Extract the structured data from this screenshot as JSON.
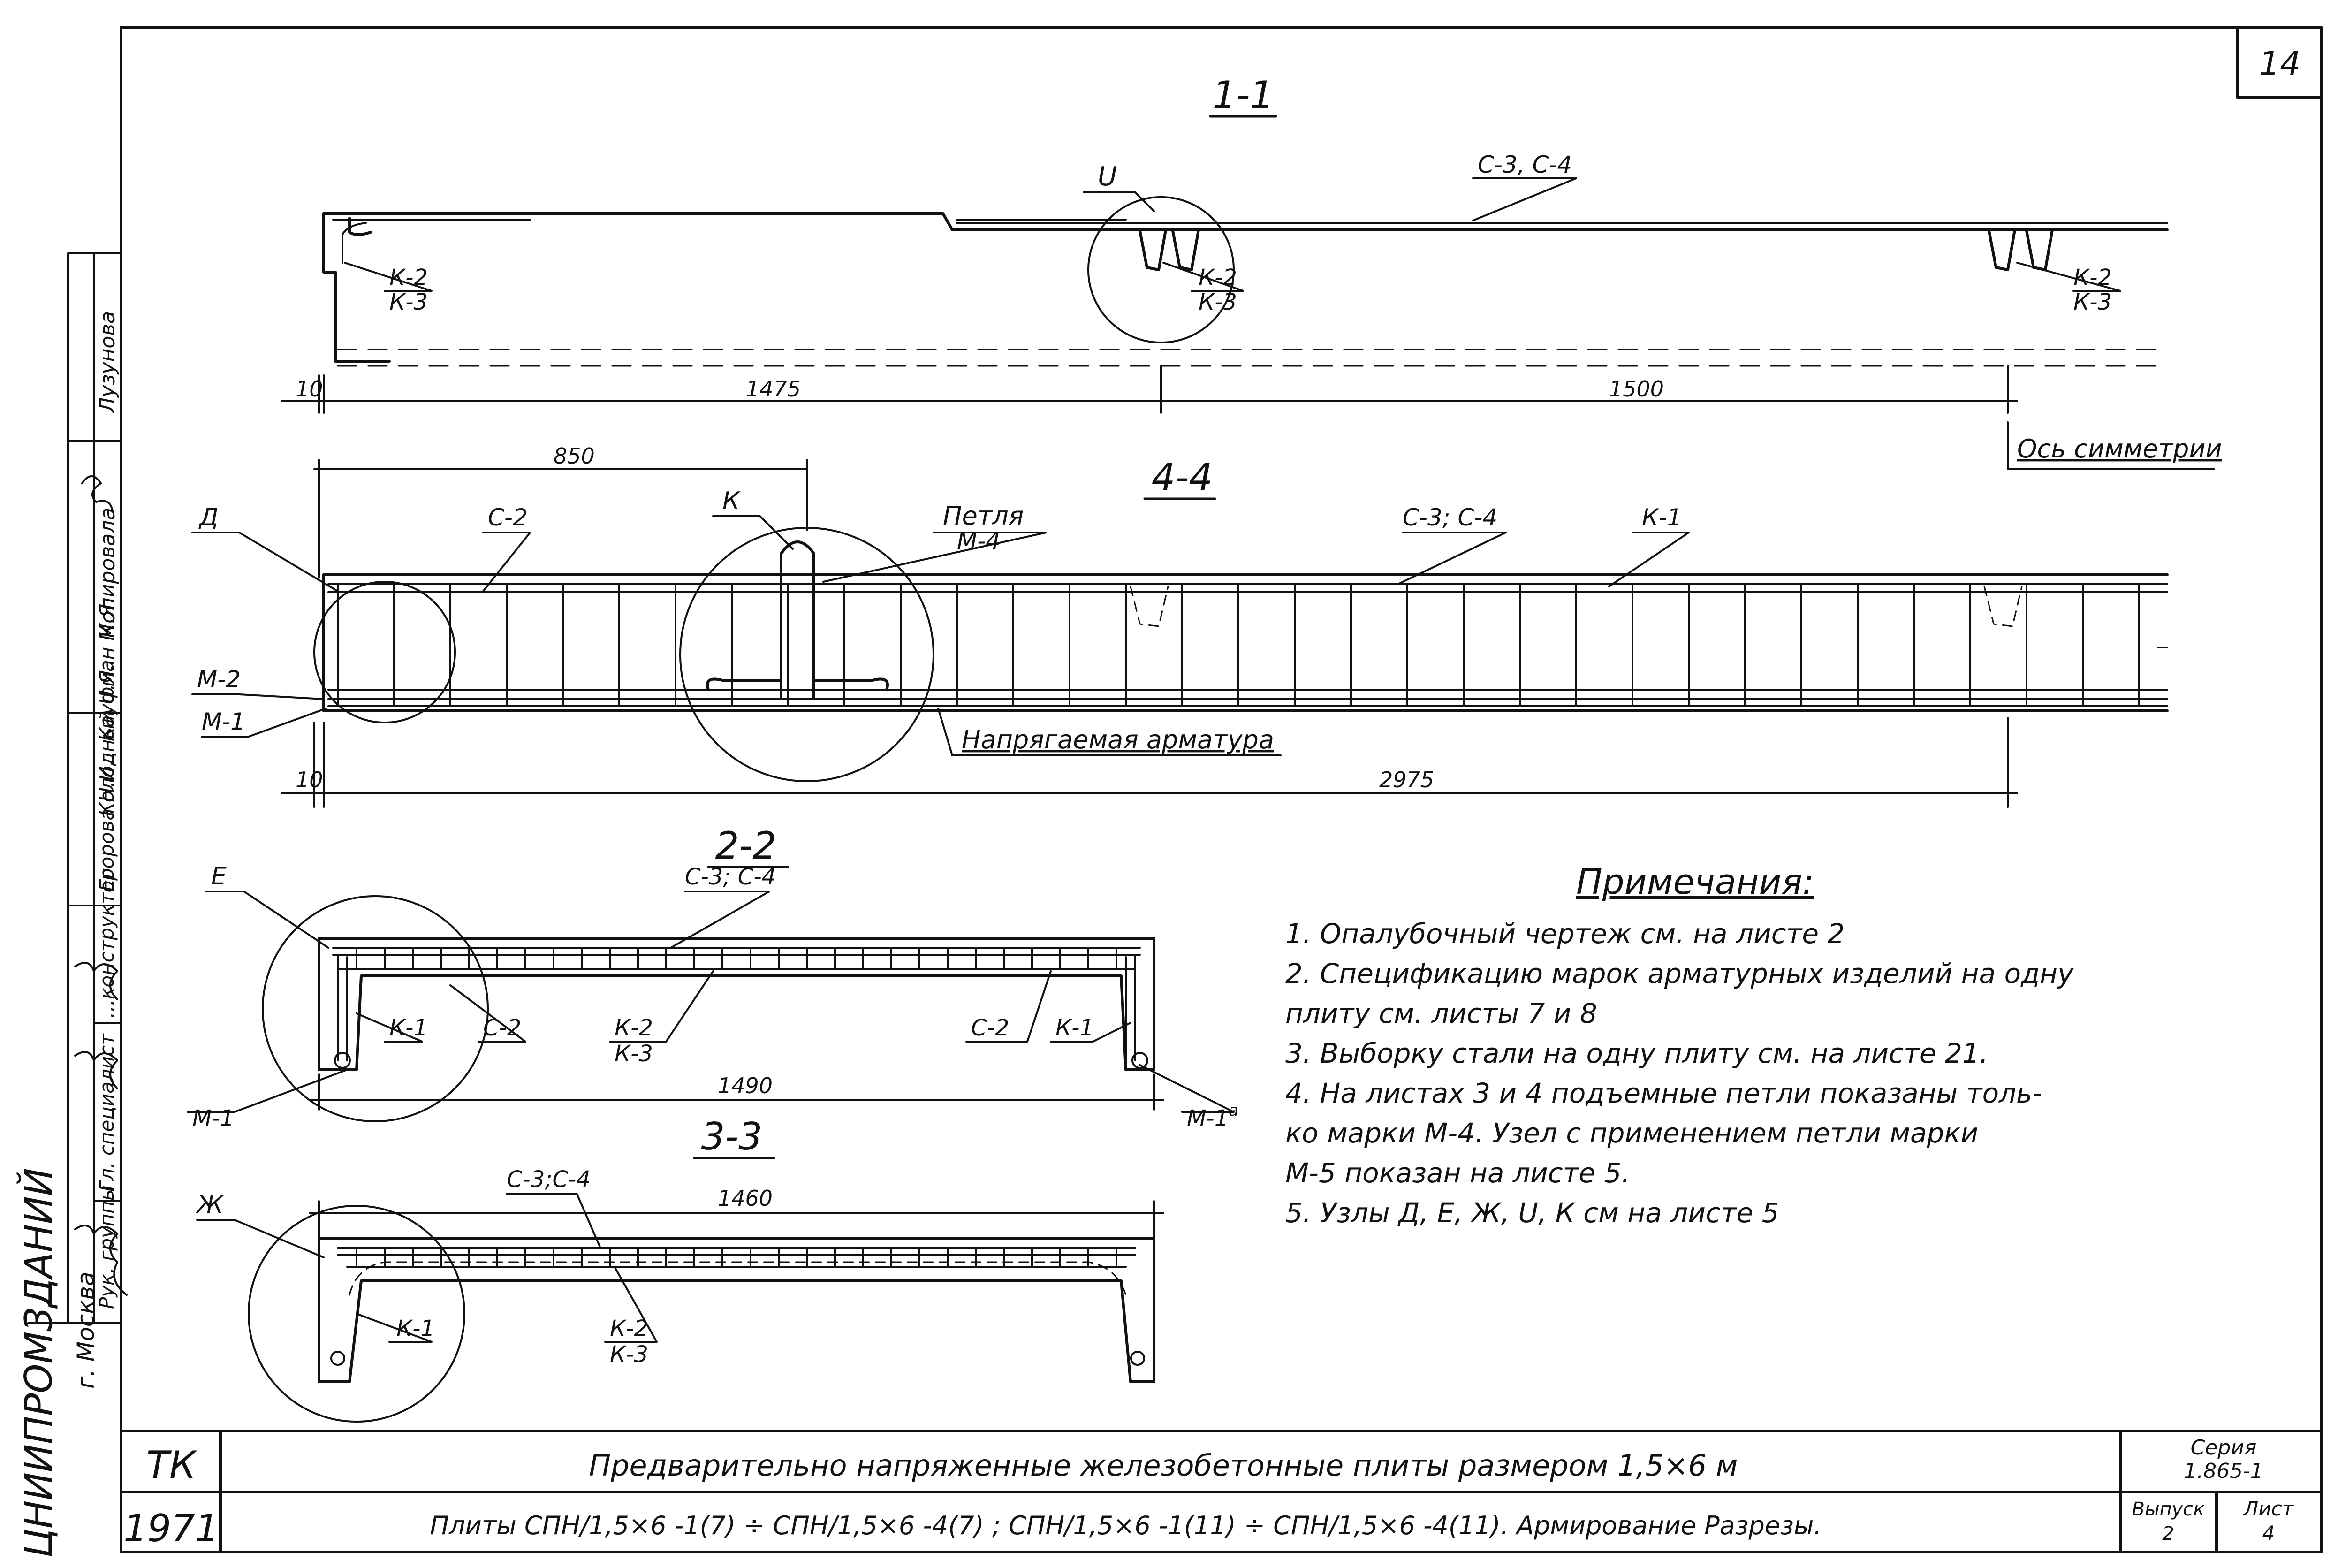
{
  "sheet_number": "14",
  "sections": {
    "s11": {
      "title": "1-1",
      "labels": {
        "u": "U",
        "c34": "С-3, С-4",
        "k2a": "К-2",
        "k3a": "К-3",
        "k2b": "К-2",
        "k3b": "К-3",
        "k2c": "К-2",
        "k3c": "К-3"
      },
      "dims": {
        "d10": "10",
        "d1475": "1475",
        "d1500": "1500"
      },
      "axis_label": "Ось симметрии"
    },
    "s44": {
      "title": "4-4",
      "labels": {
        "d": "Д",
        "c2": "С-2",
        "k": "К",
        "loop": "Петля",
        "loop_mark": "М-4",
        "c34": "С-3; С-4",
        "k1": "К-1",
        "m2": "М-2",
        "m1": "М-1",
        "prestress": "Напрягаемая арматура"
      },
      "dims": {
        "d850": "850",
        "d10": "10",
        "d2975": "2975"
      }
    },
    "s22": {
      "title": "2-2",
      "labels": {
        "e": "Е",
        "c34": "С-3; С-4",
        "k1a": "К-1",
        "c2a": "С-2",
        "k2": "К-2",
        "k3": "К-3",
        "c2b": "С-2",
        "k1b": "К-1",
        "m1": "М-1",
        "m1a": "М-1"
      },
      "m1a_sup": "а",
      "dims": {
        "d1490": "1490"
      }
    },
    "s33": {
      "title": "3-3",
      "labels": {
        "zh": "Ж",
        "c34": "С-3;С-4",
        "k1": "К-1",
        "k2": "К-2",
        "k3": "К-3"
      },
      "dims": {
        "d1460": "1460"
      }
    }
  },
  "notes": {
    "heading": "Примечания:",
    "items": [
      "1. Опалубочный чертеж см. на листе 2",
      "2. Спецификацию марок арматурных изделий на одну",
      "   плиту см. листы 7 и 8",
      "3. Выборку стали на одну плиту см. на листе 21.",
      "4. На листах 3 и 4 подъемные петли показаны толь-",
      "   ко марки М-4. Узел с применением петли марки",
      "   М-5 показан на листе 5.",
      "5. Узлы Д, Е, Ж, U, К см на листе 5"
    ]
  },
  "stamp": {
    "roles": [
      "Рук. группы",
      "Гл. специалист",
      "...конструктор"
    ],
    "names": [
      "Егорова Н.И.",
      "Колодный U.Я.",
      "Кауфман М.Я."
    ],
    "copied_label": "Копировала",
    "copied_name": "Лузунова",
    "org": "ЦНИИПРОМЗДАНИЙ",
    "city": "г. Москва"
  },
  "title_block": {
    "org_code": "ТК",
    "year": "1971",
    "title": "Предварительно напряженные железобетонные плиты размером 1,5×6 м",
    "subtitle": "Плиты СПН/1,5×6 -1(7) ÷ СПН/1,5×6 -4(7) ; СПН/1,5×6 -1(11) ÷ СПН/1,5×6 -4(11). Армирование Разрезы.",
    "series_label": "Серия",
    "series_value": "1.865-1",
    "issue_label": "Выпуск",
    "issue_value": "2",
    "sheet_label": "Лист",
    "sheet_value": "4"
  }
}
